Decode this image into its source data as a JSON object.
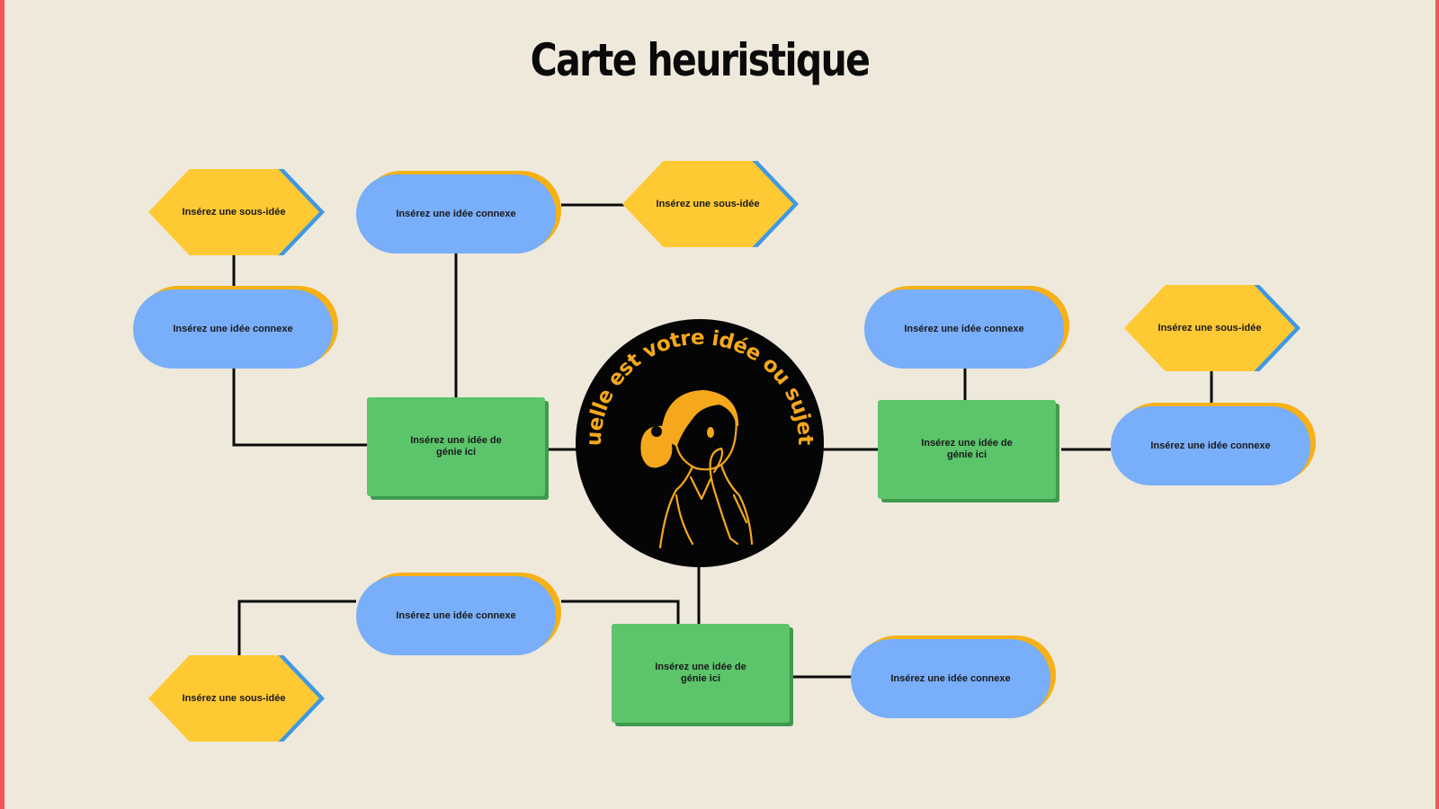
{
  "title": "Carte heuristique",
  "center": {
    "question": "Quelle est votre idée ou sujet ?"
  },
  "genius_ideas": [
    {
      "label": "Insérez une idée de génie ici"
    },
    {
      "label": "Insérez une idée de génie ici"
    },
    {
      "label": "Insérez une idée de génie ici"
    }
  ],
  "related_ideas": [
    {
      "label": "Insérez une idée connexe"
    },
    {
      "label": "Insérez une idée connexe"
    },
    {
      "label": "Insérez une idée connexe"
    },
    {
      "label": "Insérez une idée connexe"
    },
    {
      "label": "Insérez une idée connexe"
    },
    {
      "label": "Insérez une idée connexe"
    }
  ],
  "sub_ideas": [
    {
      "label": "Insérez une sous-idée"
    },
    {
      "label": "Insérez une sous-idée"
    },
    {
      "label": "Insérez une sous-idée"
    },
    {
      "label": "Insérez une sous-idée"
    }
  ],
  "colors": {
    "background": "#EEE9DB",
    "border": "#F0565A",
    "related": "#78AEFA",
    "related_shadow": "#F5B117",
    "sub": "#FFC933",
    "sub_shadow": "#3E98E3",
    "genius": "#5CC46B",
    "genius_shadow": "#3F9A4E",
    "center": "#050505",
    "accent": "#F5A81C"
  }
}
